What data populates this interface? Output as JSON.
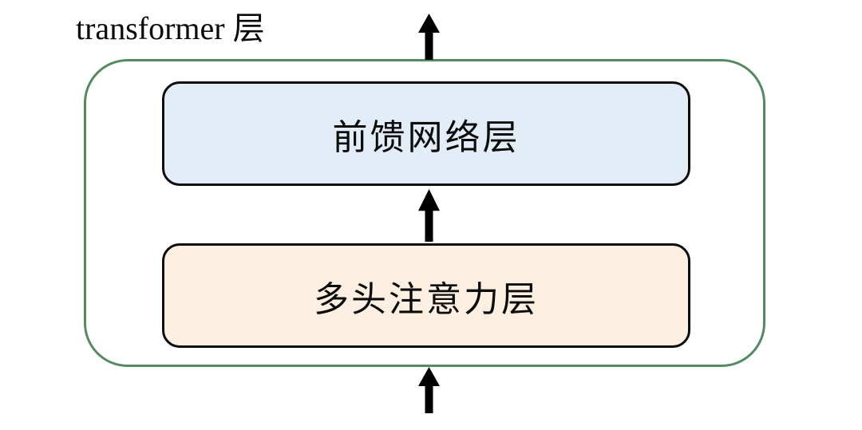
{
  "diagram": {
    "title": "transformer 层",
    "container": {
      "name": "transformer-layer",
      "border_color": "#558a60"
    },
    "boxes": [
      {
        "label": "前馈网络层",
        "fill": "#e2edf8",
        "border_color": "#0c0c0c"
      },
      {
        "label": "多头注意力层",
        "fill": "#fdf0e2",
        "border_color": "#0c0c0c"
      }
    ],
    "arrows": [
      {
        "name": "output-arrow",
        "direction": "up",
        "color": "#000000"
      },
      {
        "name": "between-arrow",
        "direction": "up",
        "color": "#000000"
      },
      {
        "name": "input-arrow",
        "direction": "up",
        "color": "#000000"
      }
    ]
  }
}
